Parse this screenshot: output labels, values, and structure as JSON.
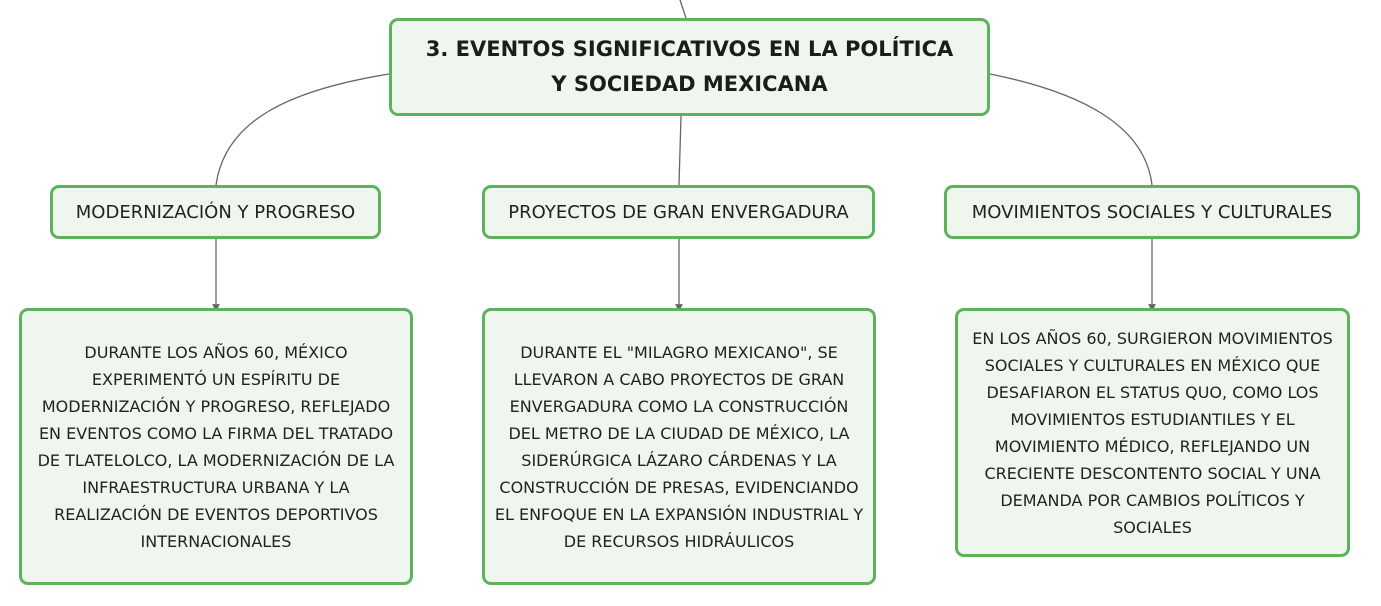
{
  "diagram": {
    "root": {
      "title": "3. EVENTOS SIGNIFICATIVOS EN LA POLÍTICA Y SOCIEDAD MEXICANA"
    },
    "branches": [
      {
        "label": "MODERNIZACIÓN Y PROGRESO",
        "description": "DURANTE LOS AÑOS 60, MÉXICO EXPERIMENTÓ UN ESPÍRITU DE MODERNIZACIÓN Y PROGRESO, REFLEJADO EN EVENTOS COMO LA FIRMA DEL TRATADO DE TLATELOLCO, LA MODERNIZACIÓN DE LA INFRAESTRUCTURA URBANA Y LA REALIZACIÓN DE EVENTOS DEPORTIVOS INTERNACIONALES"
      },
      {
        "label": "PROYECTOS DE GRAN ENVERGADURA",
        "description": "DURANTE EL \"MILAGRO MEXICANO\", SE LLEVARON A CABO PROYECTOS DE GRAN ENVERGADURA COMO LA CONSTRUCCIÓN DEL METRO DE LA CIUDAD DE MÉXICO, LA SIDERÚRGICA LÁZARO CÁRDENAS Y LA CONSTRUCCIÓN DE PRESAS, EVIDENCIANDO EL ENFOQUE EN LA EXPANSIÓN INDUSTRIAL Y DE RECURSOS HIDRÁULICOS"
      },
      {
        "label": "MOVIMIENTOS SOCIALES Y CULTURALES",
        "description": "EN LOS AÑOS 60, SURGIERON MOVIMIENTOS SOCIALES Y CULTURALES EN MÉXICO QUE DESAFIARON EL STATUS QUO, COMO LOS MOVIMIENTOS ESTUDIANTILES Y EL MOVIMIENTO MÉDICO, REFLEJANDO UN CRECIENTE DESCONTENTO SOCIAL Y UNA DEMANDA POR CAMBIOS POLÍTICOS Y SOCIALES"
      }
    ],
    "colors": {
      "node_border": "#5cb35c",
      "node_fill": "#eef6ee",
      "connector": "#666666"
    }
  }
}
